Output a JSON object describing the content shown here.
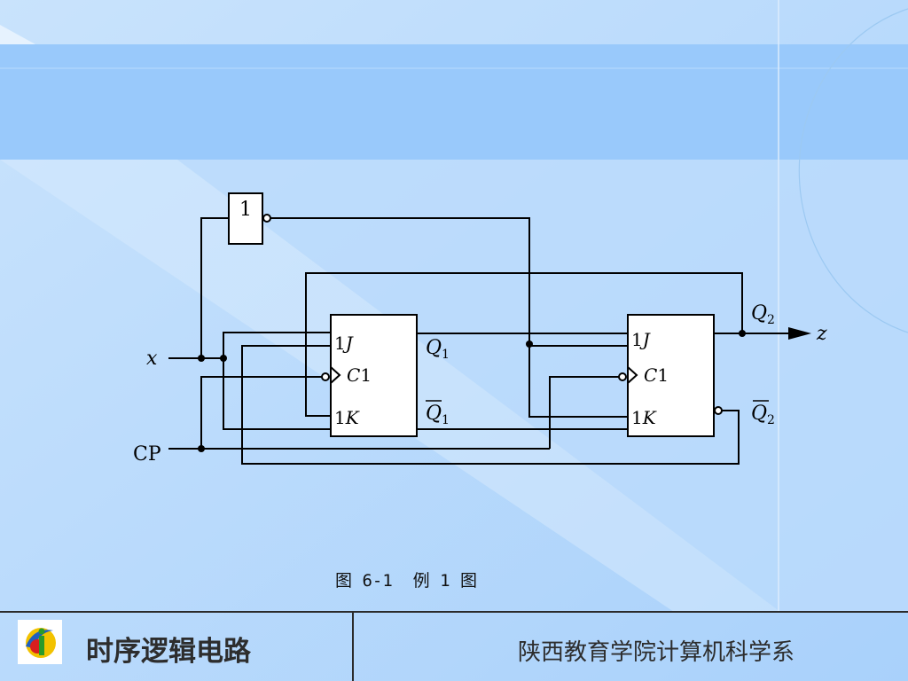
{
  "diagram": {
    "gate_label": "1",
    "input_x": "x",
    "input_cp": "CP",
    "output_z": "z",
    "ff1": {
      "j_label": "1",
      "j_sym": "J",
      "c_label": "C",
      "c_num": "1",
      "k_label": "1",
      "k_sym": "K",
      "q_label": "Q",
      "q_sub": "1",
      "qbar_label": "Q",
      "qbar_sub": "1"
    },
    "ff2": {
      "j_label": "1",
      "j_sym": "J",
      "c_label": "C",
      "c_num": "1",
      "k_label": "1",
      "k_sym": "K",
      "q_label": "Q",
      "q_sub": "2",
      "qbar_label": "Q",
      "qbar_sub": "2"
    }
  },
  "caption": "图 6-1  例 1 图",
  "footer": {
    "title": "时序逻辑电路",
    "department": "陕西教育学院计算机科学系"
  },
  "colors": {
    "background": "#bcdcfb",
    "band": "#99c9fb",
    "line": "#000000"
  }
}
